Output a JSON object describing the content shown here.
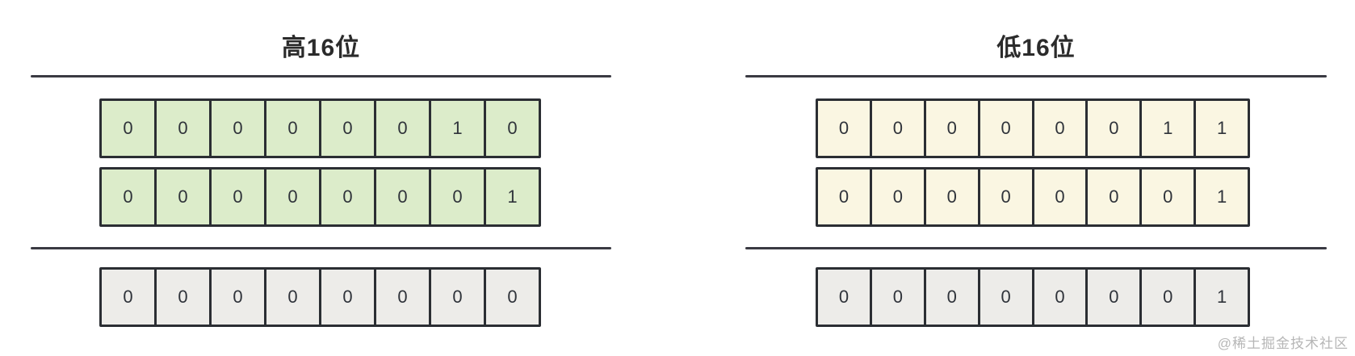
{
  "sections": [
    {
      "title": "高16位",
      "operand_fill": "#dcecca",
      "operand_rows": [
        [
          "0",
          "0",
          "0",
          "0",
          "0",
          "0",
          "1",
          "0"
        ],
        [
          "0",
          "0",
          "0",
          "0",
          "0",
          "0",
          "0",
          "1"
        ]
      ],
      "result_row": [
        "0",
        "0",
        "0",
        "0",
        "0",
        "0",
        "0",
        "0"
      ]
    },
    {
      "title": "低16位",
      "operand_fill": "#faf6e2",
      "operand_rows": [
        [
          "0",
          "0",
          "0",
          "0",
          "0",
          "0",
          "1",
          "1"
        ],
        [
          "0",
          "0",
          "0",
          "0",
          "0",
          "0",
          "0",
          "1"
        ]
      ],
      "result_row": [
        "0",
        "0",
        "0",
        "0",
        "0",
        "0",
        "0",
        "1"
      ]
    }
  ],
  "result_fill": "#edece9",
  "border_color": "#2b2e33",
  "line_color": "#3a3a42",
  "background": "#ffffff",
  "watermark": "@稀土掘金技术社区"
}
